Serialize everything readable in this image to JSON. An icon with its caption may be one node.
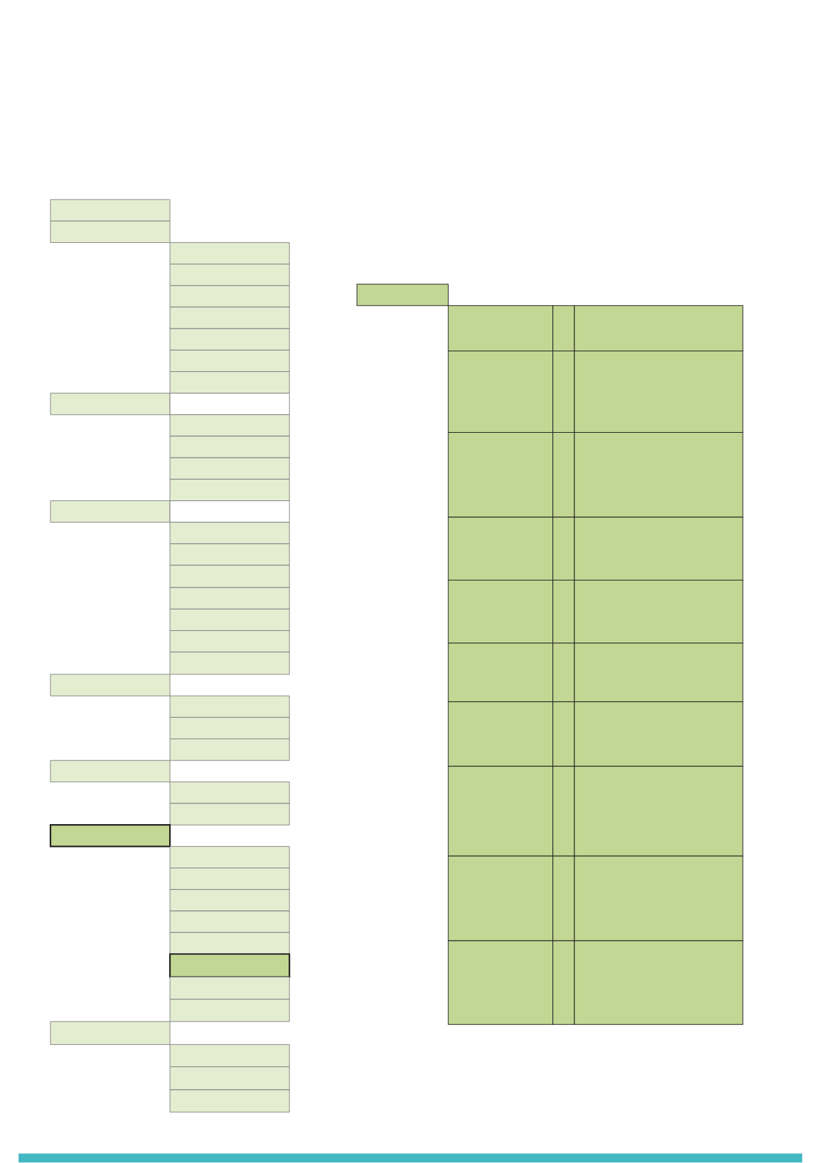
{
  "diagram": {
    "nodes": [
      {
        "text": [],
        "shape": "box"
      },
      {
        "text": [],
        "shape": "box"
      },
      {
        "text": [],
        "shape": "box"
      },
      {
        "text": [],
        "shape": "box"
      },
      {
        "text": [],
        "shape": "box"
      },
      {
        "text": [],
        "shape": "box"
      },
      {
        "text": [],
        "shape": "box"
      },
      {
        "text": [],
        "shape": "box"
      },
      {
        "text": [],
        "shape": "box"
      },
      {
        "text": [],
        "shape": "box"
      },
      {
        "text": [],
        "shape": "box"
      },
      {
        "text": [],
        "shape": "box"
      },
      {
        "text": [],
        "shape": "box"
      },
      {
        "text": [],
        "shape": "box"
      },
      {
        "text": [],
        "shape": "box"
      },
      {
        "text": [],
        "shape": "box"
      },
      {
        "text": [],
        "shape": "box"
      },
      {
        "text": [],
        "shape": "box"
      },
      {
        "text": [],
        "shape": "box"
      },
      {
        "text": [],
        "shape": "box"
      },
      {
        "text": [],
        "shape": "box"
      },
      {
        "text": [],
        "shape": "box"
      },
      {
        "text": [],
        "shape": "box"
      },
      {
        "text": [],
        "shape": "box"
      },
      {
        "text": [],
        "shape": "box"
      },
      {
        "text": [],
        "shape": "box"
      },
      {
        "text": [],
        "shape": "box"
      },
      {
        "text": [],
        "shape": "box"
      },
      {
        "text": [],
        "shape": "box"
      },
      {
        "text": [],
        "shape": "box"
      },
      {
        "text": [],
        "shape": "box"
      },
      {
        "text": [],
        "shape": "box"
      },
      {
        "text": [],
        "shape": "box"
      },
      {
        "text": [],
        "shape": "box"
      },
      {
        "text": [],
        "shape": "box"
      },
      {
        "text": [],
        "shape": "box"
      },
      {
        "text": [],
        "shape": "box"
      },
      {
        "text": [],
        "shape": "box"
      },
      {
        "text": [],
        "shape": "box"
      },
      {
        "text": [],
        "shape": "box"
      },
      {
        "text": [],
        "shape": "box"
      },
      {
        "text": [],
        "shape": "box"
      },
      {
        "text": [],
        "shape": "box"
      },
      {
        "text": [],
        "shape": "box"
      },
      {
        "text": [],
        "shape": "box"
      },
      {
        "text": [],
        "shape": "box"
      },
      {
        "text": [],
        "shape": "box"
      },
      {
        "text": [],
        "shape": "box"
      },
      {
        "text": [],
        "shape": "box"
      },
      {
        "text": [],
        "shape": "box"
      },
      {
        "text": [],
        "shape": "box"
      },
      {
        "text": [],
        "shape": "box"
      },
      {
        "text": [],
        "shape": "box"
      },
      {
        "text": [],
        "shape": "box"
      },
      {
        "text": [],
        "shape": "box"
      },
      {
        "text": [],
        "shape": "box"
      },
      {
        "text": [],
        "shape": "box"
      },
      {
        "text": [],
        "shape": "box"
      },
      {
        "text": [],
        "shape": "box"
      },
      {
        "text": [],
        "shape": "box"
      },
      {
        "text": [],
        "shape": "box"
      },
      {
        "text": [],
        "shape": "box"
      },
      {
        "text": [],
        "shape": "box"
      },
      {
        "text": [],
        "shape": "box"
      },
      {
        "text": [],
        "shape": "box"
      },
      {
        "text": [],
        "shape": "box"
      },
      {
        "text": [],
        "shape": "box"
      },
      {
        "text": [],
        "shape": "box"
      },
      {
        "text": [],
        "shape": "box"
      },
      {
        "text": [],
        "shape": "box"
      },
      {
        "text": [],
        "shape": "box"
      },
      {
        "text": [],
        "shape": "box"
      },
      {
        "text": [],
        "shape": "box"
      },
      {
        "text": [],
        "shape": "box"
      },
      {
        "text": [],
        "shape": "box"
      }
    ]
  }
}
